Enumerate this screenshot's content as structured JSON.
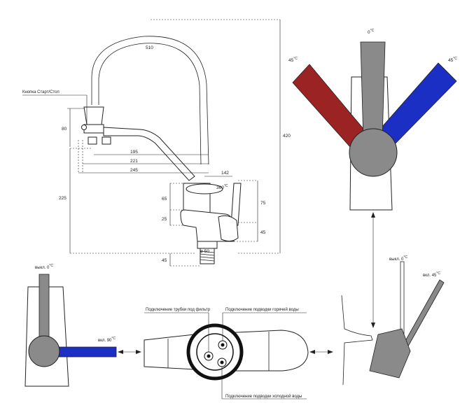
{
  "diagram": {
    "dimensions": {
      "arc_width": "510",
      "height_total": "420",
      "height_base": "225",
      "cartridge_80": "80",
      "len_195": "195",
      "len_221": "221",
      "len_245": "245",
      "offset_142": "142",
      "rotation": "360",
      "rotation_unit": "°C",
      "h_65": "65",
      "h_25": "25",
      "h_75": "75",
      "h_45_right": "45",
      "thread_45": "45",
      "diameter": "ø 50"
    },
    "labels": {
      "button": "Кнопка Старт/Стоп",
      "top_zero": "0",
      "top_left_45": "45",
      "top_right_45": "45",
      "deg": "°C",
      "off_left": "выкл. 0",
      "on_90": "вкл. 90",
      "off_right": "выкл. 0",
      "on_45": "вкл. 45",
      "filter_conn": "Подключение трубки под фильтр",
      "hot_conn": "Подключение подводки горячей воды",
      "cold_conn": "Подключение подводки холодной воды"
    },
    "colors": {
      "hot": "#9b2323",
      "cold": "#1c2fc4",
      "handle": "#8a8a8a"
    }
  }
}
